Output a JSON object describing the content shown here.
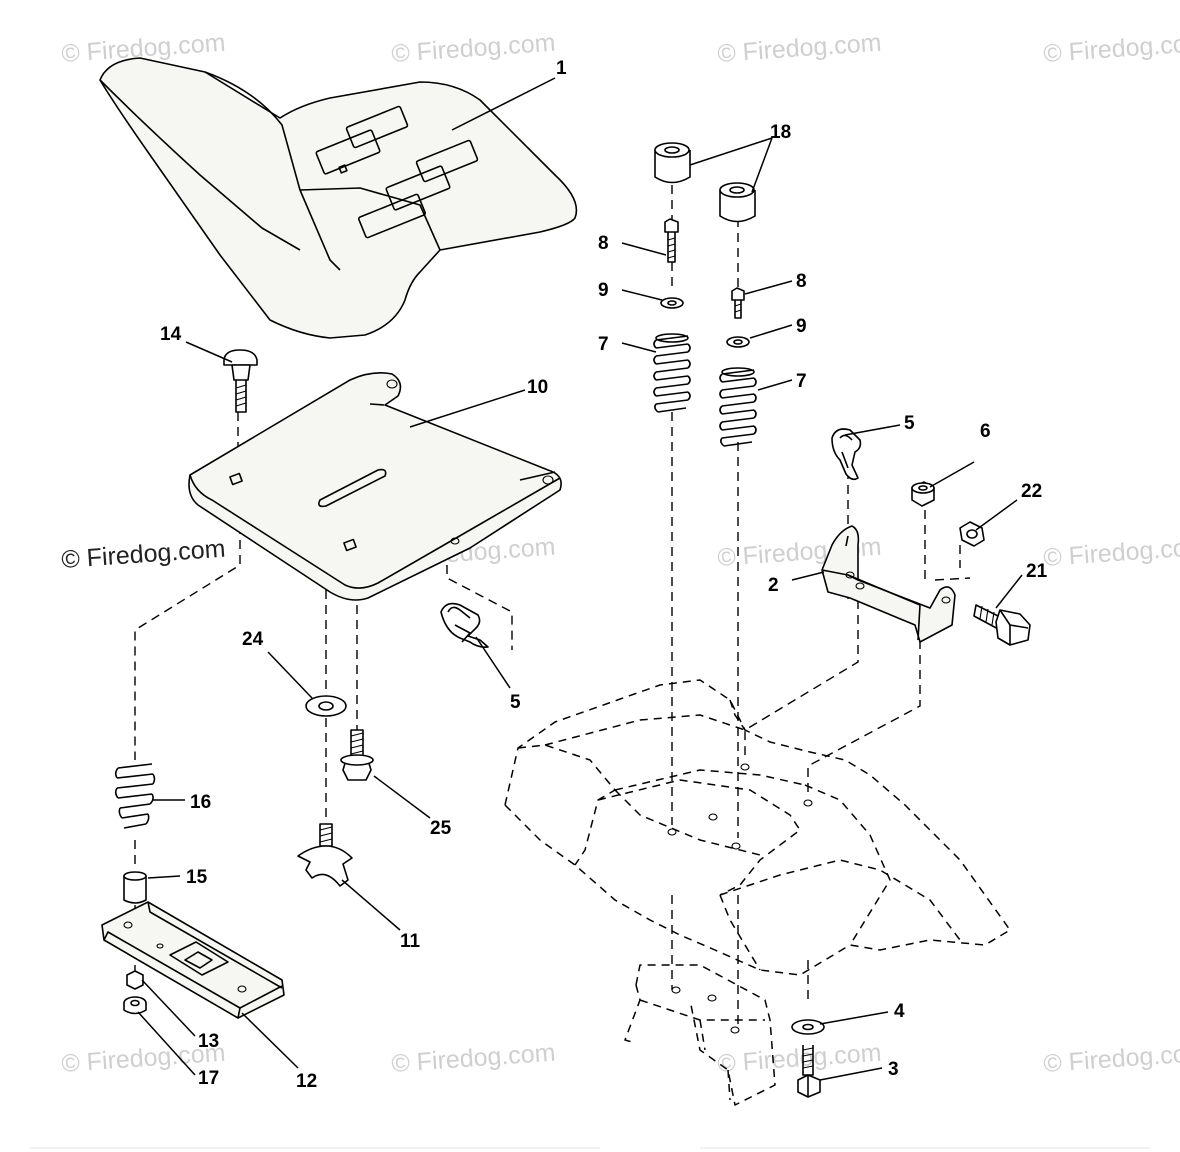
{
  "watermark": {
    "text": "© Firedog.com"
  },
  "labels": {
    "l1": "1",
    "l2": "2",
    "l3": "3",
    "l4": "4",
    "l5a": "5",
    "l5b": "5",
    "l6": "6",
    "l7a": "7",
    "l7b": "7",
    "l8a": "8",
    "l8b": "8",
    "l9a": "9",
    "l9b": "9",
    "l10": "10",
    "l11": "11",
    "l12": "12",
    "l13": "13",
    "l14": "14",
    "l15": "15",
    "l16": "16",
    "l17": "17",
    "l18": "18",
    "l21": "21",
    "l22": "22",
    "l24": "24",
    "l25": "25"
  }
}
